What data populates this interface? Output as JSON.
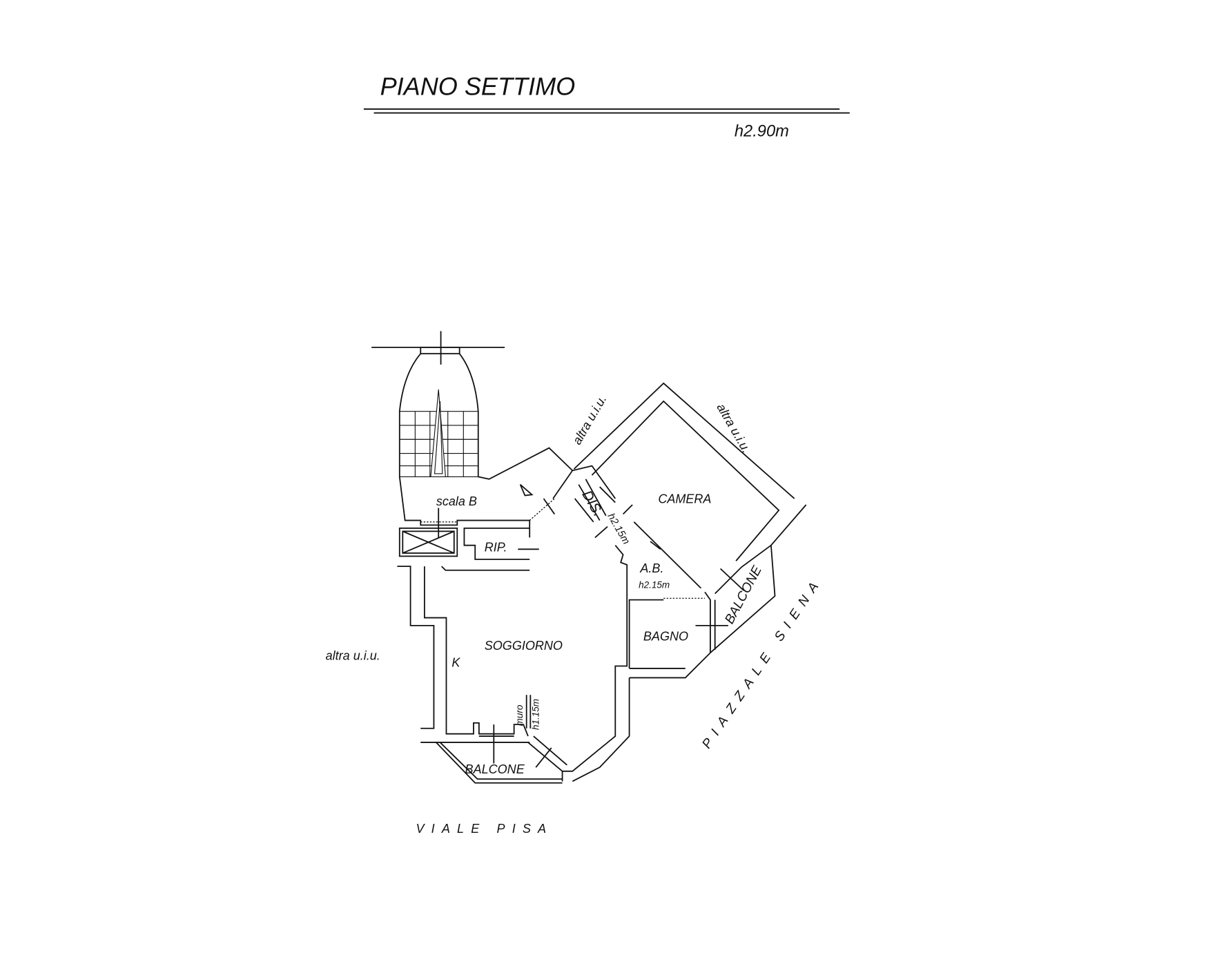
{
  "header": {
    "title": "PIANO SETTIMO",
    "height": "h2.90m"
  },
  "rooms": {
    "camera": "CAMERA",
    "dis": "DIS.",
    "dis_height": "h2.15m",
    "rip": "RIP.",
    "ab": "A.B.",
    "ab_height": "h2.15m",
    "bagno": "BAGNO",
    "soggiorno": "SOGGIORNO",
    "kitchen": "K",
    "scala": "scala B",
    "balcone_right": "BALCONE",
    "balcone_bottom": "BALCONE",
    "muro": "muro",
    "muro_height": "h1.15m"
  },
  "neighbors": {
    "top_left": "altra u.i.u.",
    "top_right": "altra u.i.u.",
    "left": "altra u.i.u."
  },
  "streets": {
    "right": "PIAZZALE SIENA",
    "bottom": "VIALE PISA"
  }
}
